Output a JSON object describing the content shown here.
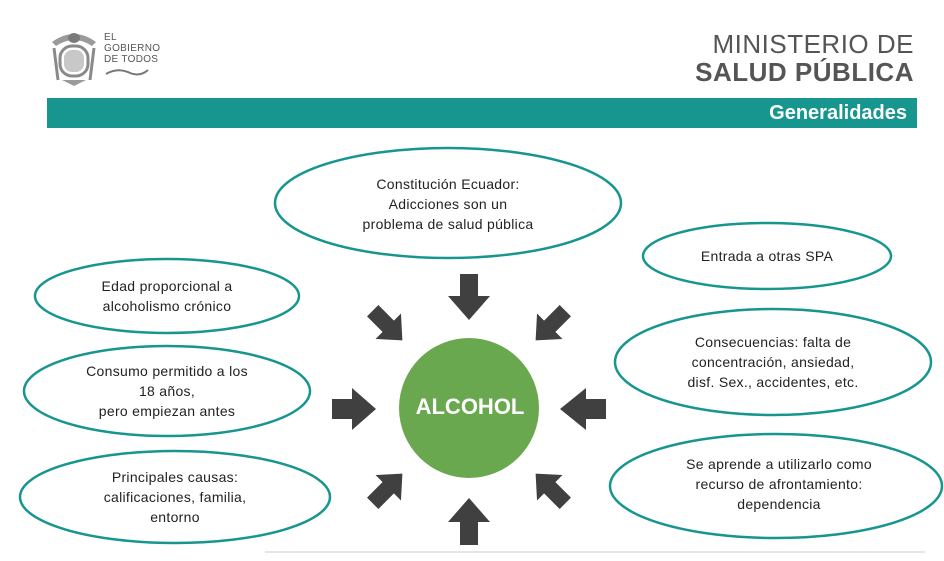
{
  "header": {
    "gobierno_line1": "EL",
    "gobierno_line2": "GOBIERNO",
    "gobierno_line3": "DE TODOS",
    "ministerio_line1": "MINISTERIO DE",
    "ministerio_line2": "SALUD PÚBLICA"
  },
  "banner": {
    "title": "Generalidades"
  },
  "diagram": {
    "center": "ALCOHOL",
    "nodes": {
      "top": "Constitución Ecuador:\nAdicciones son un\nproblema  de salud pública",
      "spa": "Entrada a otras SPA",
      "edad": "Edad proporcional a\nalcoholismo crónico",
      "consumo": "Consumo permitido a los\n18 años,\npero empiezan antes",
      "consecuencias": "Consecuencias: falta de\nconcentración, ansiedad,\ndisf. Sex., accidentes, etc.",
      "causas": "Principales causas:\ncalificaciones, familia,\nentorno",
      "aprende": "Se aprende a utilizarlo como\nrecurso de afrontamiento:\ndependencia"
    }
  },
  "colors": {
    "teal": "#17958f",
    "green": "#6aa84f",
    "arrow": "#404040"
  }
}
